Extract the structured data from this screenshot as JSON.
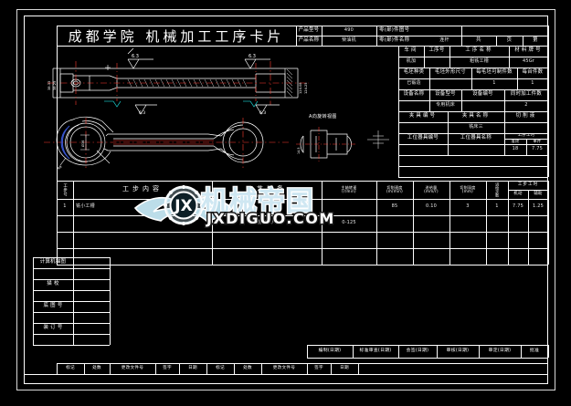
{
  "document": {
    "title": "成都学院 机械加工工序卡片",
    "type": "机械加工工序卡片",
    "institution": "成都学院"
  },
  "header": {
    "product_model_label": "产品型号",
    "product_model_value": "490",
    "product_name_label": "产品名称",
    "product_name_value": "柴油机",
    "part_number_label": "零(部)件图号",
    "part_number_value": "",
    "part_name_label": "零(部)件名称",
    "part_name_value": "连杆",
    "total_pages_label": "共",
    "page_unit_label": "页",
    "page_index_label": "第",
    "page_unit_label2": "页"
  },
  "info_rows": [
    {
      "cells": [
        {
          "label": "车间",
          "value": "机加"
        },
        {
          "label": "工序号",
          "value": ""
        },
        {
          "label": "工序名称",
          "value": "粗铣工槽"
        },
        {
          "label": "材料牌号",
          "value": "45Gr"
        }
      ]
    },
    {
      "cells": [
        {
          "label": "毛坯种类",
          "value": "已锻造"
        },
        {
          "label": "毛坯外形尺寸",
          "value": ""
        },
        {
          "label": "每毛坯可制件数",
          "value": "1"
        },
        {
          "label": "每台件数",
          "value": "1"
        }
      ]
    },
    {
      "cells": [
        {
          "label": "设备名称",
          "value": ""
        },
        {
          "label": "设备型号",
          "value": "专用机床"
        },
        {
          "label": "设备编号",
          "value": ""
        },
        {
          "label": "同时加工件数",
          "value": "2"
        }
      ]
    },
    {
      "cells": [
        {
          "label": "夹具编号",
          "value": ""
        },
        {
          "label": "夹具名称",
          "value": "铣床三"
        },
        {
          "label": "切削液",
          "value": ""
        }
      ]
    },
    {
      "cells": [
        {
          "label": "工位器具编号",
          "value": ""
        },
        {
          "label": "工位器具名称",
          "value": ""
        },
        {
          "label": "工序工时",
          "sub": [
            {
              "label": "准终",
              "value": "18"
            },
            {
              "label": "单件",
              "value": "7.75"
            }
          ]
        }
      ]
    }
  ],
  "steps_table": {
    "columns": [
      {
        "label": "工步号"
      },
      {
        "label": "工步内容"
      },
      {
        "label": "工艺装备"
      },
      {
        "label": "主轴转速\n(r/min)"
      },
      {
        "label": "切削速度\n(m/min)"
      },
      {
        "label": "进给量\n(mm/r)"
      },
      {
        "label": "切削深度\n(mm)"
      },
      {
        "label": "进给次数"
      },
      {
        "label": "工步工时"
      }
    ],
    "work_time_sub": [
      {
        "label": "机动"
      },
      {
        "label": "辅助"
      }
    ],
    "rows": [
      {
        "no": "1",
        "content": "铣小工槽",
        "tooling": "",
        "spindle_speed": "",
        "cutting_speed": "85",
        "feed": "0.10",
        "depth": "3",
        "passes": "1",
        "time_machine": "7.75",
        "time_aux": "1.25"
      },
      {
        "no": "",
        "content": "",
        "tooling": "游标卡尺",
        "spindle_speed": "0-125",
        "cutting_speed": "",
        "feed": "",
        "depth": "",
        "passes": "",
        "time_machine": "",
        "time_aux": ""
      }
    ]
  },
  "side_labels": [
    {
      "label": "计算机描图"
    },
    {
      "label": ""
    },
    {
      "label": "描    校"
    },
    {
      "label": ""
    },
    {
      "label": "底 图 号"
    },
    {
      "label": ""
    },
    {
      "label": "装 订 号"
    },
    {
      "label": ""
    }
  ],
  "signature_row": [
    {
      "label": "编制(日期)"
    },
    {
      "label": "标准审查(日期)"
    },
    {
      "label": "会签(日期)"
    },
    {
      "label": "审核(日期)"
    },
    {
      "label": "审定(日期)"
    },
    {
      "label": "批准"
    }
  ],
  "revision_row": [
    {
      "label": "标记"
    },
    {
      "label": "处数"
    },
    {
      "label": "更改文件号"
    },
    {
      "label": "签字"
    },
    {
      "label": "日期"
    },
    {
      "label": "标记"
    },
    {
      "label": "处数"
    },
    {
      "label": "更改文件号"
    },
    {
      "label": "签字"
    },
    {
      "label": "日期"
    }
  ],
  "drawing": {
    "view_note": "A向旋转视图",
    "surface_finish_marks": [
      "6.3",
      "6.3",
      "6.3",
      "6.3"
    ],
    "part_depicted": "连杆 (connecting rod)",
    "dimension_notes": [
      "38.33",
      "38.25",
      "124.08",
      "124.25",
      "Ø36",
      "R8"
    ]
  },
  "watermark": {
    "main_text": "机械帝国",
    "sub_text": "JXDIGUO.COM",
    "logo_letters": "JX",
    "accent_color": "#bcdde9"
  },
  "colors": {
    "background": "#000000",
    "line": "#ffffff",
    "centerline": "#ff3b30",
    "accent_cyan": "#19c3c3",
    "accent_blue": "#3b5bdb"
  }
}
